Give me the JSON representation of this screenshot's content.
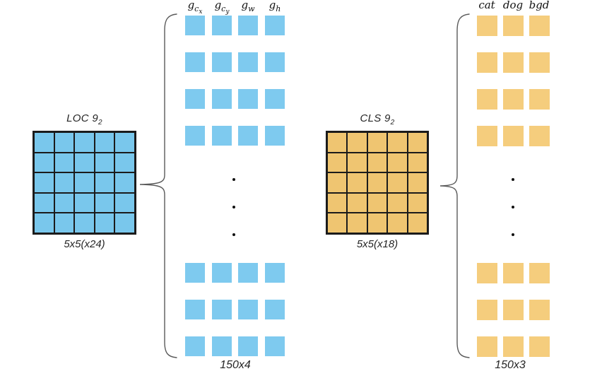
{
  "loc_block": {
    "title": "LOC 9",
    "title_sub": "2",
    "grid_rows": 5,
    "grid_cols": 5,
    "cell_fill": "#79c7ec",
    "line_color": "#1b1b1b",
    "size_label": "5x5(x24)"
  },
  "loc_expansion": {
    "headers": [
      {
        "main": "g",
        "sub": "c",
        "subsub": "x"
      },
      {
        "main": "g",
        "sub": "c",
        "subsub": "y"
      },
      {
        "main": "g",
        "sub": "w"
      },
      {
        "main": "g",
        "sub": "h"
      }
    ],
    "cols": 4,
    "top_rows": 4,
    "bottom_rows": 3,
    "square_fill": "#7ecaef",
    "total_label": "150x4"
  },
  "cls_block": {
    "title": "CLS 9",
    "title_sub": "2",
    "grid_rows": 5,
    "grid_cols": 5,
    "cell_fill": "#efc571",
    "line_color": "#1b1b1b",
    "size_label": "5x5(x18)"
  },
  "cls_expansion": {
    "headers": [
      {
        "text": "cat"
      },
      {
        "text": "dog"
      },
      {
        "text": "bgd"
      }
    ],
    "cols": 3,
    "top_rows": 4,
    "bottom_rows": 3,
    "square_fill": "#f5cd7d",
    "total_label": "150x3"
  },
  "ellipsis": {
    "dots": 3,
    "color": "#111111"
  },
  "brace_color": "#5a5a5a"
}
